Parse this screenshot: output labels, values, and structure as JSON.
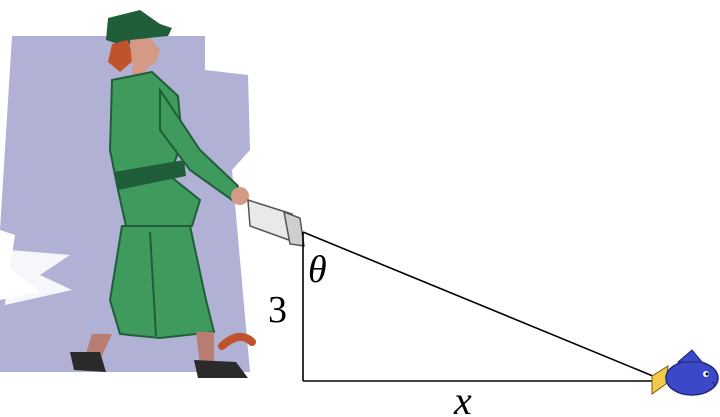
{
  "diagram": {
    "vertical_leg_label": "3",
    "horizontal_leg_label": "x",
    "angle_label": "θ"
  },
  "colors": {
    "shadow_panel": "#a9a9d0",
    "coat_green": "#3f9a5e",
    "coat_dark": "#1f5e38",
    "skin": "#d49a86",
    "hair": "#c0522c",
    "stockings": "#b87e72",
    "shoes": "#2a2a2a",
    "flashlight": "#e9e9e9",
    "fish_blue": "#3b49c9",
    "fish_fin": "#f2c94c",
    "line": "#000000"
  },
  "icons": {
    "woman": "woman-with-flashlight-icon",
    "fish": "fish-icon"
  }
}
